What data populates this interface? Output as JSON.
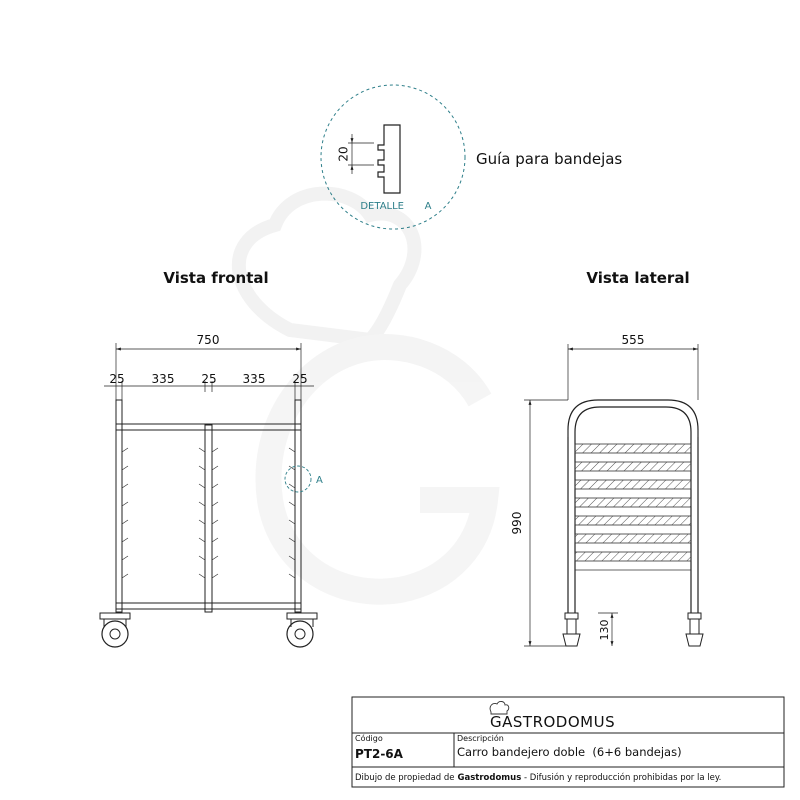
{
  "detail": {
    "label": "DETALLE",
    "letter": "A",
    "dimension": "20",
    "caption": "Guía para bandejas"
  },
  "views": {
    "front_title": "Vista frontal",
    "side_title": "Vista lateral"
  },
  "front_dims": {
    "overall": "750",
    "d1": "25",
    "d2": "335",
    "d3": "25",
    "d4": "335",
    "d5": "25",
    "detail_marker": "A"
  },
  "side_dims": {
    "depth": "555",
    "height": "990",
    "leg": "130"
  },
  "title_block": {
    "brand": "GASTRODOMUS",
    "code_header": "Código",
    "code_value": "PT2-6A",
    "desc_header": "Descripción",
    "desc_value": "Carro bandejero doble  (6+6 bandejas)",
    "footer_prefix": "Dibujo de propiedad de",
    "footer_brand": "Gastrodomus",
    "footer_suffix": " - Difusión y reproducción prohibidas por la ley."
  },
  "colors": {
    "accent": "#2e7f8a",
    "line": "#222222",
    "watermark": "#eeeeee"
  }
}
